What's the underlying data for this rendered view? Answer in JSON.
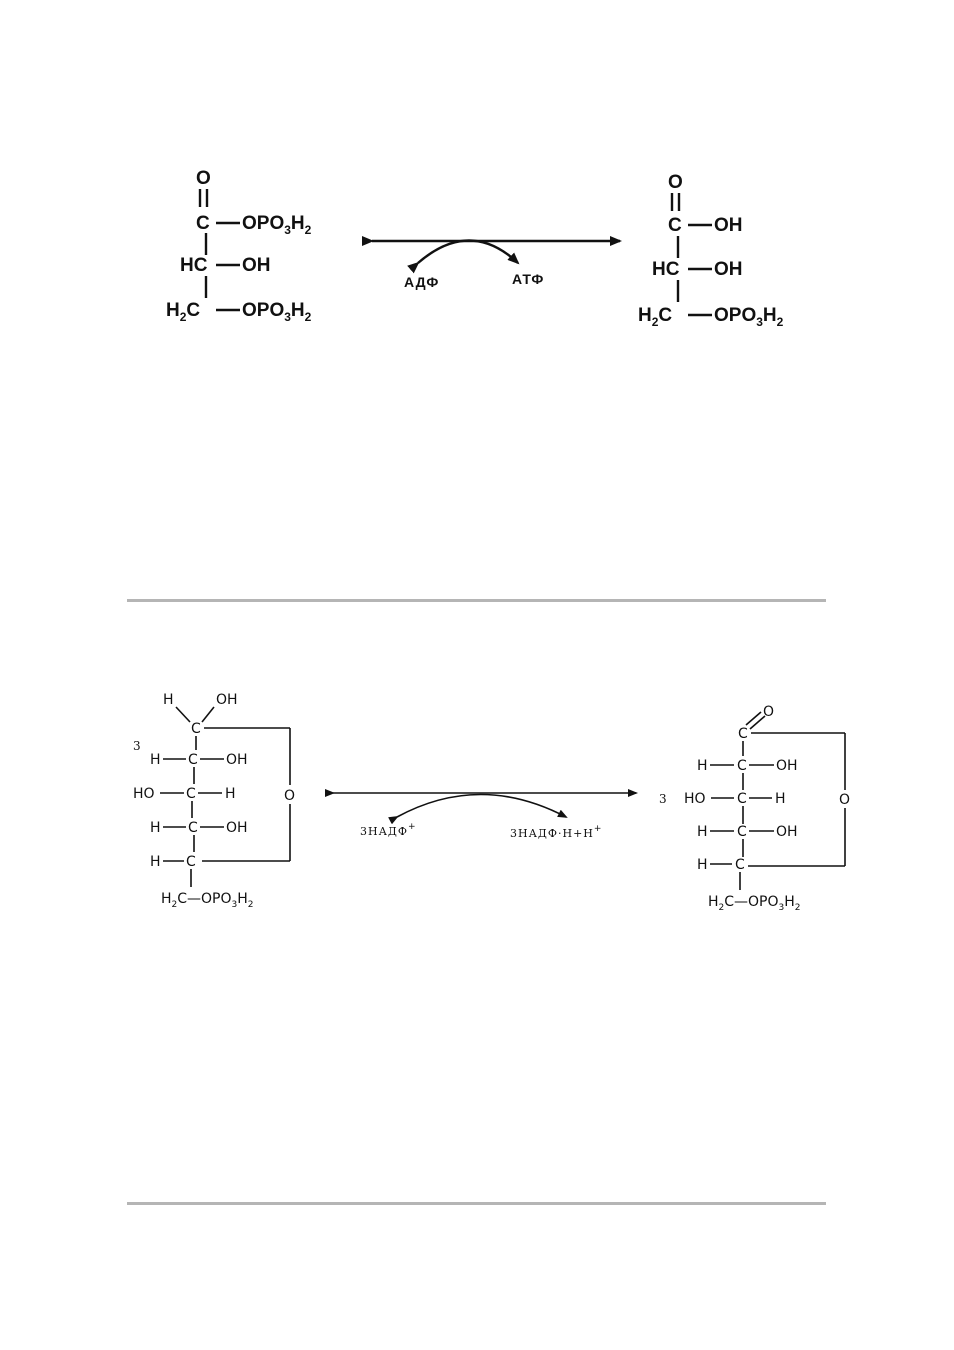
{
  "reaction1": {
    "reactant": {
      "top_o": "O",
      "c1": "C",
      "c1_sub": "OPO3H2",
      "c2": "HC",
      "c2_sub": "OH",
      "c3": "H2C",
      "c3_sub": "OPO3H2"
    },
    "cofactor_in": "АДФ",
    "cofactor_out": "АТФ",
    "product": {
      "top_o": "O",
      "c1": "C",
      "c1_sub": "OH",
      "c2": "HC",
      "c2_sub": "OH",
      "c3": "H2C",
      "c3_sub": "OPO3H2"
    }
  },
  "reaction2": {
    "reactant_coefficient": "3",
    "reactant": {
      "anomeric_h": "H",
      "anomeric_oh": "OH",
      "ring_o": "O",
      "c6": "H2C—OPO3H2"
    },
    "cofactor_in": "3НАДФ",
    "cofactor_out": "3НАДФ·Н+Н",
    "product_coefficient": "3",
    "product": {
      "carbonyl_o": "O",
      "ring_o": "O",
      "c6": "H2C—OPO3H2"
    }
  },
  "colors": {
    "ink": "#111111",
    "separator": "#b5b5b5"
  }
}
